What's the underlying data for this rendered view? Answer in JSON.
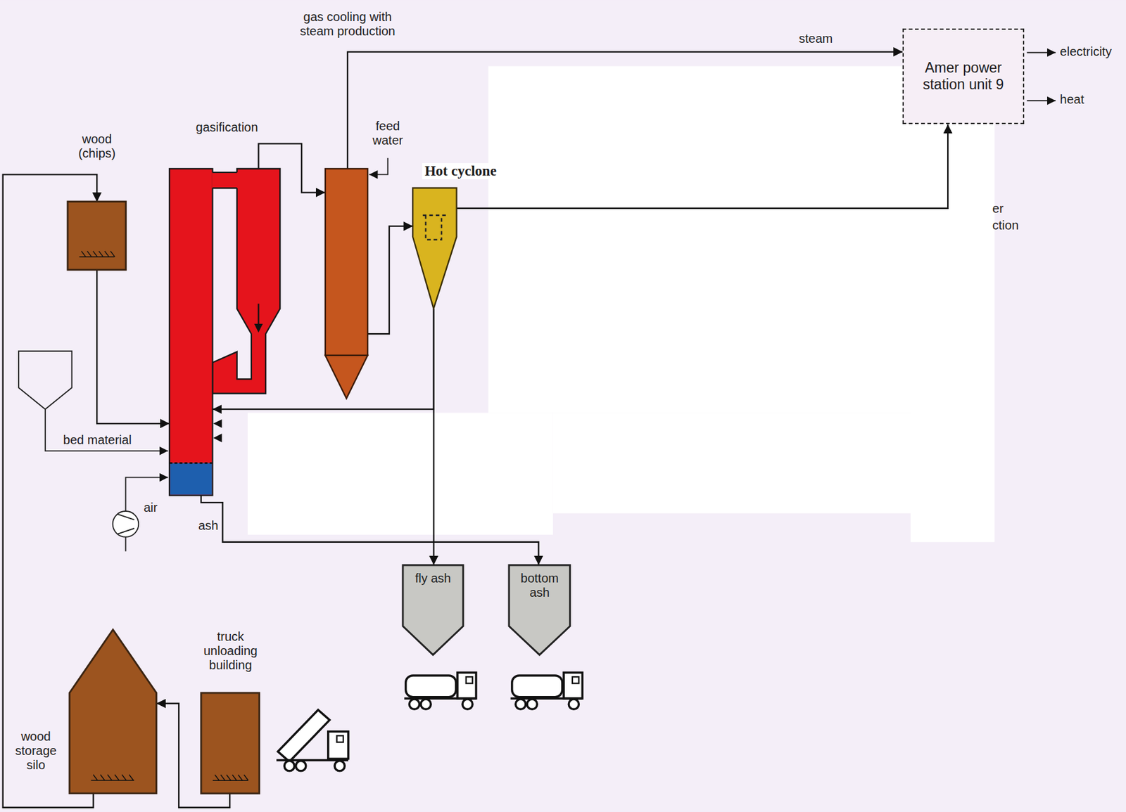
{
  "diagram": {
    "nodes": [
      {
        "text": [
          "wood storage silo"
        ]
      },
      {
        "text": [
          "truck unloading building"
        ]
      },
      {
        "text": [
          "wood (chips)"
        ]
      },
      {
        "text": [
          "gasification"
        ]
      },
      {
        "text": [
          "gas cooling with steam production"
        ]
      },
      {
        "text": [
          "Hot cyclone"
        ]
      },
      {
        "text": [
          "Amer power station unit 9"
        ]
      },
      {
        "text": [
          "fly ash"
        ]
      },
      {
        "text": [
          "bottom ash"
        ]
      }
    ],
    "edges": [
      {
        "from": 1,
        "to": 0,
        "arrow": "to"
      },
      {
        "from": 0,
        "to": 2,
        "arrow": "to"
      },
      {
        "from": 2,
        "to": 3,
        "arrow": "to"
      },
      {
        "from": 3,
        "to": 4,
        "arrow": "to"
      },
      {
        "from": 4,
        "to": 5,
        "arrow": "to"
      },
      {
        "from": 4,
        "to": 6,
        "arrow": "to",
        "label": "steam"
      },
      {
        "from": 5,
        "to": 6,
        "arrow": "to"
      },
      {
        "from": 5,
        "to": 3,
        "arrow": "to"
      },
      {
        "from": 5,
        "to": 7,
        "arrow": "to"
      },
      {
        "from": 3,
        "to": 8,
        "arrow": "to"
      }
    ],
    "labels": [
      "feed water",
      "electricity",
      "heat",
      "er",
      "ction",
      "bed material",
      "air",
      "ash"
    ]
  }
}
